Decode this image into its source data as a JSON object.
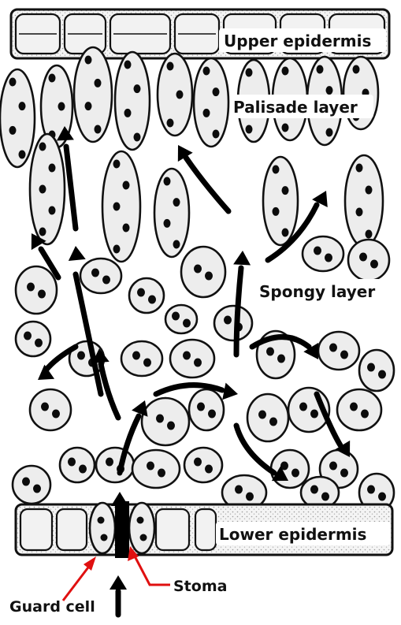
{
  "diagram": {
    "labels": {
      "upper_epidermis": "Upper epidermis",
      "palisade_layer": "Palisade layer",
      "spongy_layer": "Spongy layer",
      "lower_epidermis": "Lower epidermis",
      "guard_cell": "Guard cell",
      "stoma": "Stoma"
    },
    "colors": {
      "outline": "#111111",
      "cell_fill": "#ededed",
      "nucleus": "#0c0c0c",
      "flow_arrow": "#000000",
      "pointer_arrow": "#e01010"
    }
  }
}
